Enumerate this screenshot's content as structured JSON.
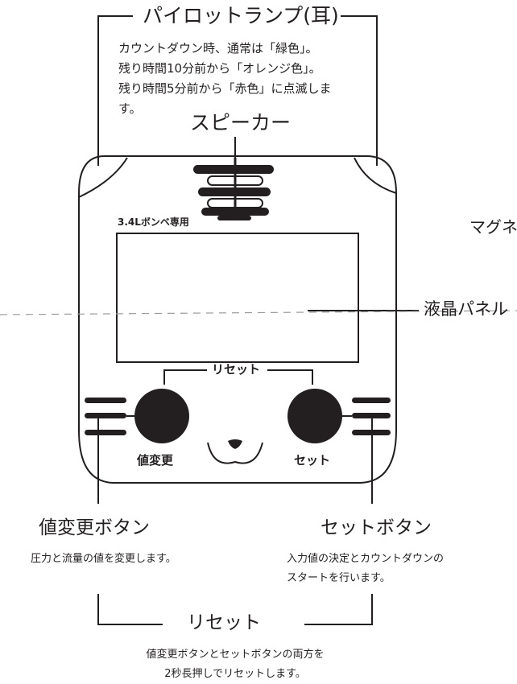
{
  "pilot": {
    "title": "パイロットランプ(耳)",
    "desc": [
      "カウントダウン時、通常は「緑色」。",
      "残り時間10分前から「オレンジ色」。",
      "残り時間5分前から「赤色」に点滅しま",
      "す。"
    ]
  },
  "speaker_label": "スピーカー",
  "device": {
    "bombe_label": "3.4Lボンベ専用",
    "reset_inner": "リセット",
    "left_button_label": "値変更",
    "right_button_label": "セット"
  },
  "magnet_label": "マグネ",
  "lcd_label": "液晶パネル",
  "value_button": {
    "title": "値変更ボタン",
    "desc": "圧力と流量の値を変更します。"
  },
  "set_button": {
    "title": "セットボタン",
    "desc": [
      "入力値の決定とカウントダウンの",
      "スタートを行います。"
    ]
  },
  "reset": {
    "title": "リセット",
    "desc": [
      "値変更ボタンとセットボタンの両方を",
      "2秒長押しでリセットします。"
    ]
  },
  "colors": {
    "ink": "#231f20",
    "paper": "#ffffff"
  }
}
